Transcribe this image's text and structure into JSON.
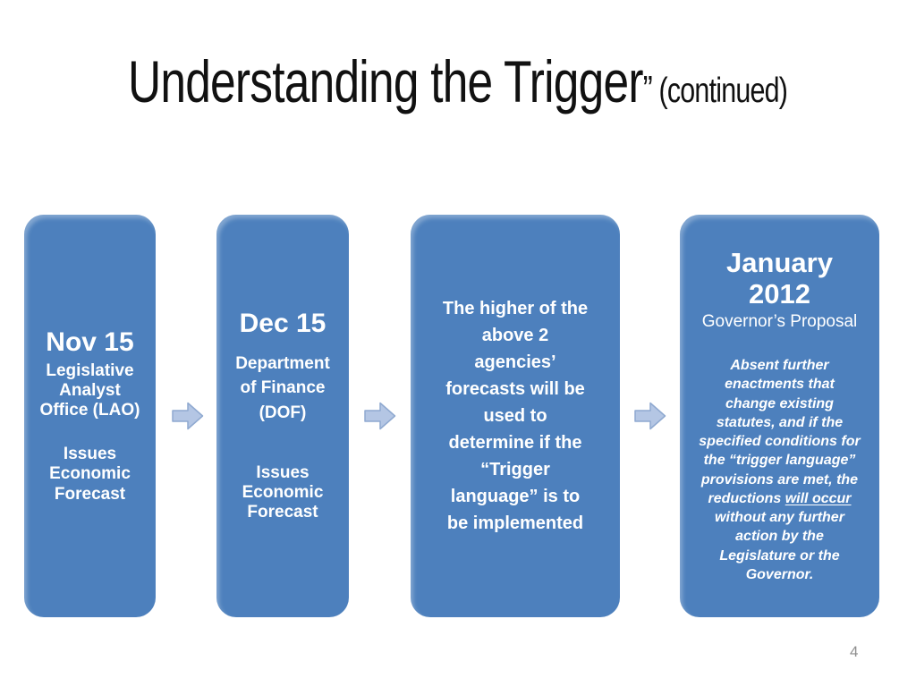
{
  "title": {
    "main": "Understanding the Trigger",
    "quote": "”",
    "suffix": " (continued)"
  },
  "page_number": "4",
  "colors": {
    "box_fill": "#4d80bd",
    "box_bevel_highlight": "#7ca3d4",
    "arrow_fill": "#b4c6e4",
    "arrow_outline": "#8fa9d0",
    "box_text": "#ffffff",
    "title_text": "#111111",
    "page_number_text": "#8f8f8f",
    "background": "#ffffff"
  },
  "icons": {
    "flow_arrow": "right-block-arrow"
  },
  "flow": {
    "box1": {
      "heading": "Nov 15",
      "body1_lines": [
        "Legislative",
        "Analyst",
        "Office (LAO)"
      ],
      "body2_lines": [
        "Issues",
        "Economic",
        "Forecast"
      ]
    },
    "box2": {
      "heading": "Dec 15",
      "body1_lines": [
        "Department",
        "of Finance",
        "(DOF)"
      ],
      "body2_lines": [
        "Issues",
        "Economic",
        "Forecast"
      ]
    },
    "box3": {
      "body_lines": [
        "The higher of the",
        "above 2",
        "agencies’",
        "forecasts will be",
        "used to",
        "determine if the",
        "“Trigger",
        "language” is to",
        "be implemented"
      ]
    },
    "box4": {
      "heading_lines": [
        "January",
        "2012"
      ],
      "subtitle": "Governor’s Proposal",
      "proposal_before_lines": [
        "Absent further",
        "enactments that",
        "change existing",
        "statutes, and if the",
        "specified conditions for",
        "the “trigger language”",
        "provisions are met, the",
        "reductions "
      ],
      "proposal_underlined": "will occur",
      "proposal_after_lines": [
        "",
        "without any further",
        "action by the",
        "Legislature or the",
        "Governor."
      ]
    }
  }
}
